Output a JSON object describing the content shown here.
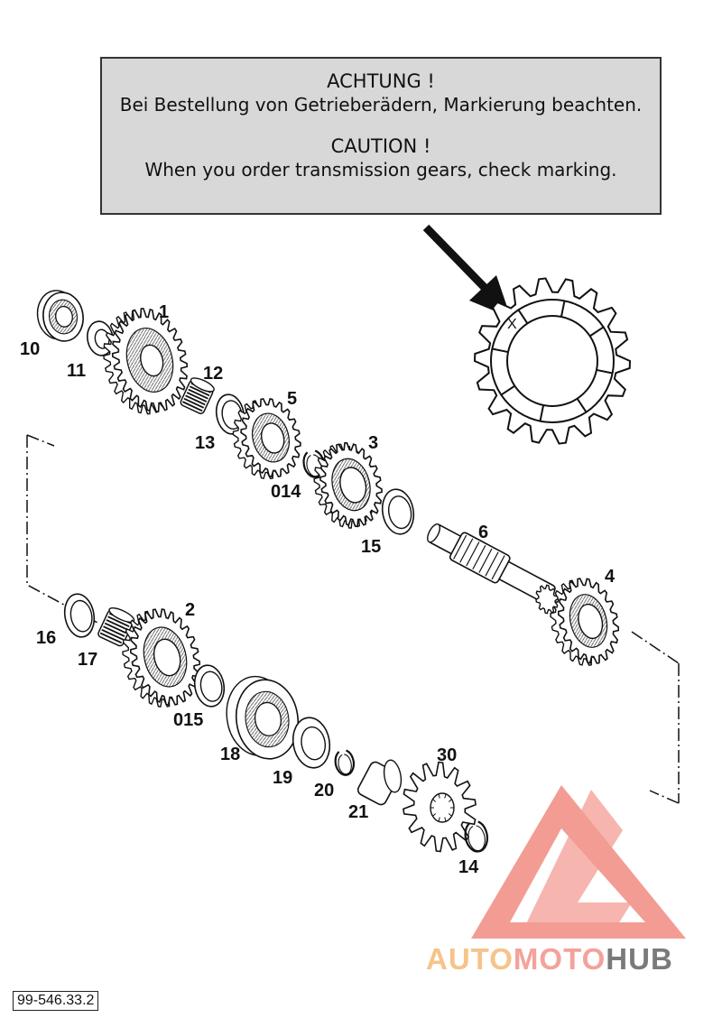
{
  "notice": {
    "de_title": "ACHTUNG !",
    "de_text": "Bei Bestellung von Getrieberädern, Markierung beachten.",
    "en_title": "CAUTION !",
    "en_text": "When you order transmission gears, check marking."
  },
  "detail": {
    "mark": "X"
  },
  "parts": {
    "p1": "1",
    "p2": "2",
    "p3": "3",
    "p4": "4",
    "p5": "5",
    "p6": "6",
    "p10": "10",
    "p11": "11",
    "p12": "12",
    "p13": "13",
    "p014": "014",
    "p14": "14",
    "p15": "15",
    "p16": "16",
    "p17": "17",
    "p015": "015",
    "p18": "18",
    "p19": "19",
    "p20": "20",
    "p21": "21",
    "p30": "30"
  },
  "catalog_number": "99-546.33.2",
  "watermark": {
    "text_part1": "AUTO",
    "text_part2": "MOTO",
    "text_part3": "HUB",
    "color_part1": "#f6c38a",
    "color_part2": "#f4a29a",
    "color_part3": "#7a7a7a",
    "logo_color": "#f28b82"
  },
  "colors": {
    "line": "#111111",
    "notice_bg": "#d8d8d8"
  }
}
